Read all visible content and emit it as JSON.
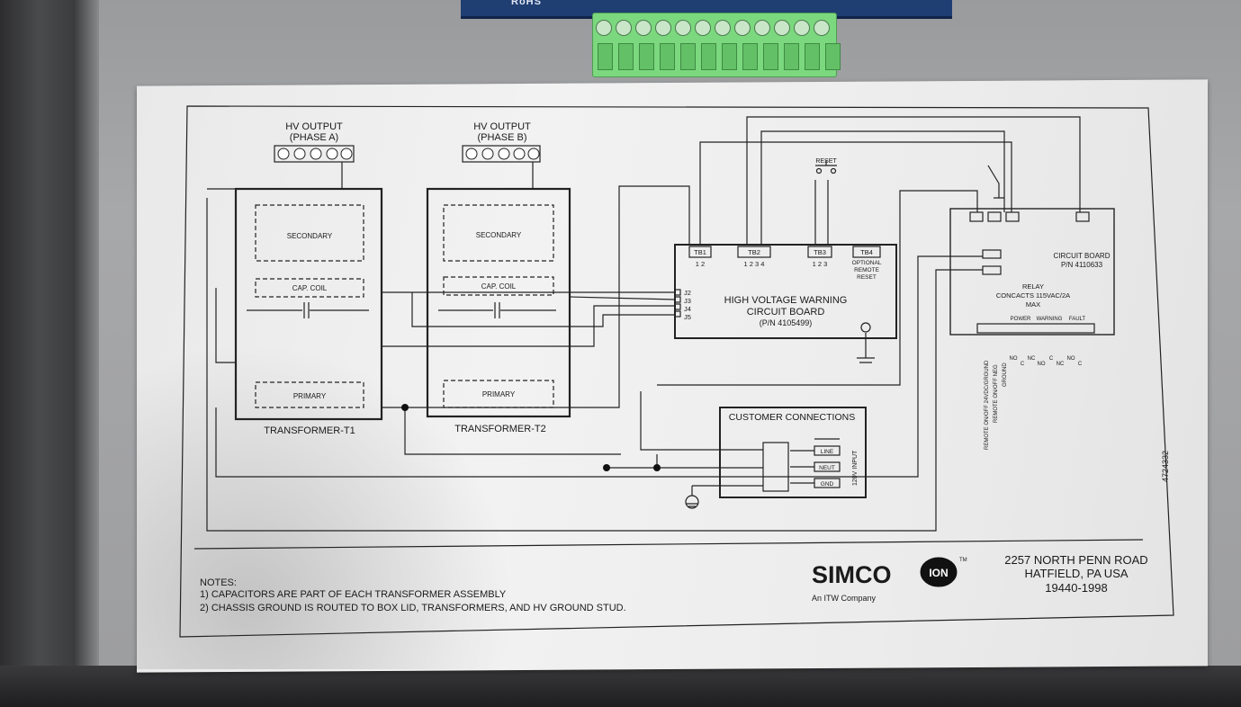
{
  "pcb_text": "RoHS",
  "hv_output_a": {
    "line1": "HV OUTPUT",
    "line2": "(PHASE A)"
  },
  "hv_output_b": {
    "line1": "HV OUTPUT",
    "line2": "(PHASE B)"
  },
  "transformer_t1": {
    "label": "TRANSFORMER-T1",
    "secondary": "SECONDARY",
    "cap_coil": "CAP. COIL",
    "primary": "PRIMARY"
  },
  "transformer_t2": {
    "label": "TRANSFORMER-T2",
    "secondary": "SECONDARY",
    "cap_coil": "CAP. COIL",
    "primary": "PRIMARY"
  },
  "reset_label": "RESET",
  "hv_board": {
    "tb1": "TB1",
    "tb1_pins": "1 2",
    "tb2": "TB2",
    "tb2_pins": "1 2 3 4",
    "tb3": "TB3",
    "tb3_pins": "1 2 3",
    "tb4": "TB4",
    "optional_1": "OPTIONAL",
    "optional_2": "REMOTE",
    "optional_3": "RESET",
    "title_1": "HIGH VOLTAGE WARNING",
    "title_2": "CIRCUIT BOARD",
    "pn": "(P/N 4105499)",
    "j2": "J2",
    "j3": "J3",
    "j4": "J4",
    "j5": "J5"
  },
  "circuit_board": {
    "label_1": "CIRCUIT BOARD",
    "label_2": "P/N 4110633"
  },
  "relay": {
    "line1": "RELAY",
    "line2": "CONCACTS 115VAC/2A",
    "line3": "MAX"
  },
  "relay_groups": {
    "power": "POWER",
    "warning": "WARNING",
    "fault": "FAULT"
  },
  "relay_pins": [
    "NO",
    "C",
    "NC",
    "NO",
    "C",
    "NC",
    "NO",
    "C"
  ],
  "remote_labels": [
    "REMOTE ON/OFF 24VDC/GROUND",
    "REMOTE ON/OFF NEG",
    "GROUND"
  ],
  "customer": {
    "title": "CUSTOMER CONNECTIONS",
    "line": "LINE",
    "neut": "NEUT",
    "gnd": "GND",
    "input": "120V INPUT"
  },
  "doc_number": "4724332",
  "notes": {
    "title": "NOTES:",
    "line1": "1) CAPACITORS ARE PART OF EACH TRANSFORMER ASSEMBLY",
    "line2": "2) CHASSIS GROUND IS ROUTED TO BOX LID, TRANSFORMERS, AND HV GROUND STUD."
  },
  "logo": {
    "name": "SIMCO",
    "ion": "ION",
    "tm": "TM",
    "tagline": "An ITW Company"
  },
  "address": {
    "line1": "2257 NORTH PENN ROAD",
    "line2": "HATFIELD, PA USA",
    "line3": "19440-1998"
  }
}
